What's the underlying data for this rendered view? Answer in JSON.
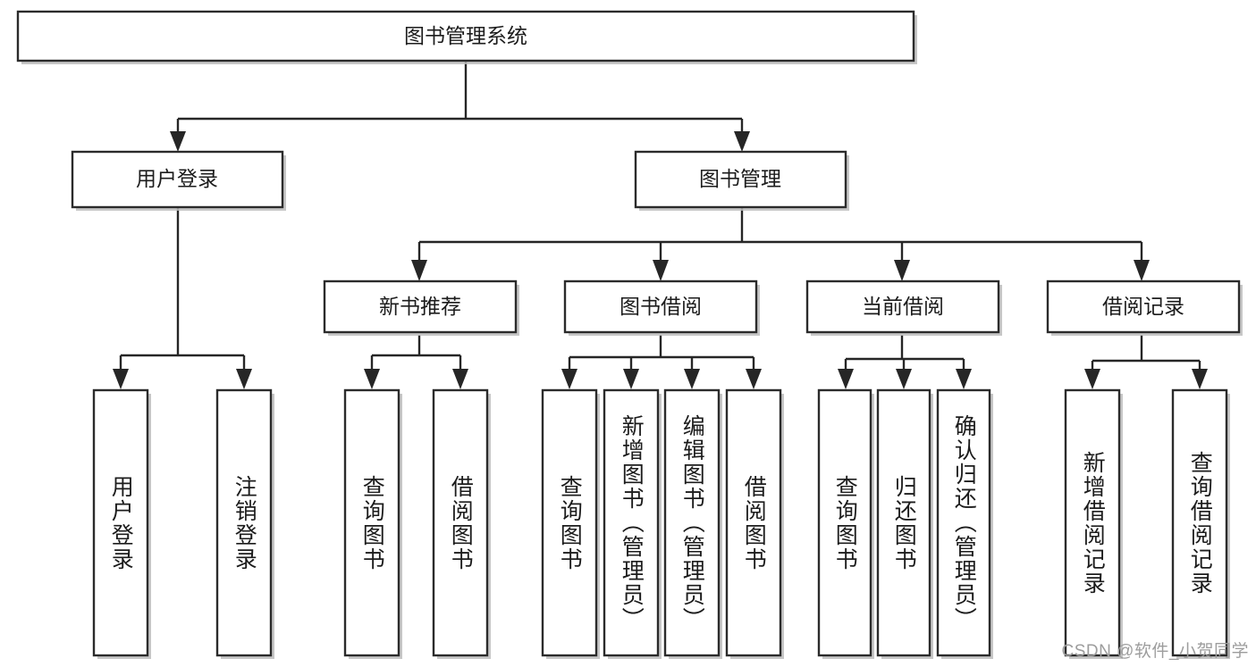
{
  "diagram": {
    "type": "tree-hierarchy",
    "title": "图书管理系统",
    "orientation": "top-down",
    "colors": {
      "box_fill": "#ffffff",
      "box_stroke": "#2b2b2b",
      "line": "#262626",
      "text": "#1c1c1c",
      "watermark": "#9d9d9d"
    },
    "root": {
      "label": "图书管理系统"
    },
    "level2": [
      {
        "label": "用户登录"
      },
      {
        "label": "图书管理"
      }
    ],
    "level3": [
      {
        "label": "新书推荐"
      },
      {
        "label": "图书借阅"
      },
      {
        "label": "当前借阅"
      },
      {
        "label": "借阅记录"
      }
    ],
    "leaves": {
      "user_login": [
        {
          "label": "用户登录"
        },
        {
          "label": "注销登录"
        }
      ],
      "new_book_recommend": [
        {
          "label": "查询图书"
        },
        {
          "label": "借阅图书"
        }
      ],
      "book_borrow": [
        {
          "label": "查询图书"
        },
        {
          "label": "新增图书（管理员）"
        },
        {
          "label": "编辑图书（管理员）"
        },
        {
          "label": "借阅图书"
        }
      ],
      "current_borrow": [
        {
          "label": "查询图书"
        },
        {
          "label": "归还图书"
        },
        {
          "label": "确认归还（管理员）"
        }
      ],
      "borrow_records": [
        {
          "label": "新增借阅记录"
        },
        {
          "label": "查询借阅记录"
        }
      ]
    }
  },
  "watermark": {
    "text": "CSDN @软件_小贺同学"
  }
}
